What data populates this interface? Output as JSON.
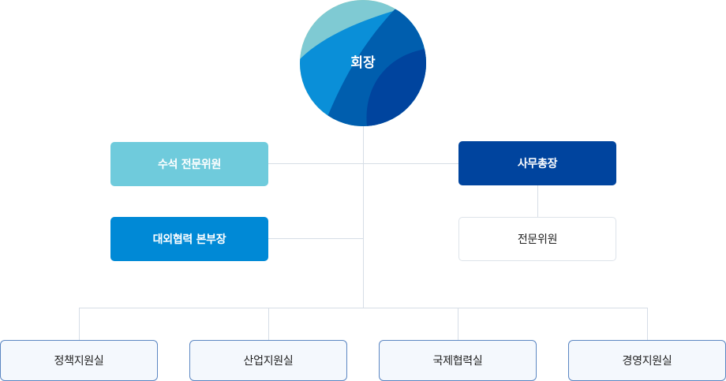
{
  "chairman": {
    "label": "회장"
  },
  "left_units": [
    {
      "label": "수석 전문위원",
      "color": "#6fcbdc"
    },
    {
      "label": "대외협력 본부장",
      "color": "#0089d6"
    }
  ],
  "right_units": [
    {
      "label": "사무총장",
      "color": "#00449e"
    },
    {
      "label": "전문위원",
      "color": "#ffffff"
    }
  ],
  "departments": [
    {
      "label": "정책지원실"
    },
    {
      "label": "산업지원실"
    },
    {
      "label": "국제협력실"
    },
    {
      "label": "경영지원실"
    }
  ],
  "colors": {
    "connector": "#d6dde6",
    "dept_border": "#5b86c2",
    "dept_bg": "#f4f8fd"
  }
}
